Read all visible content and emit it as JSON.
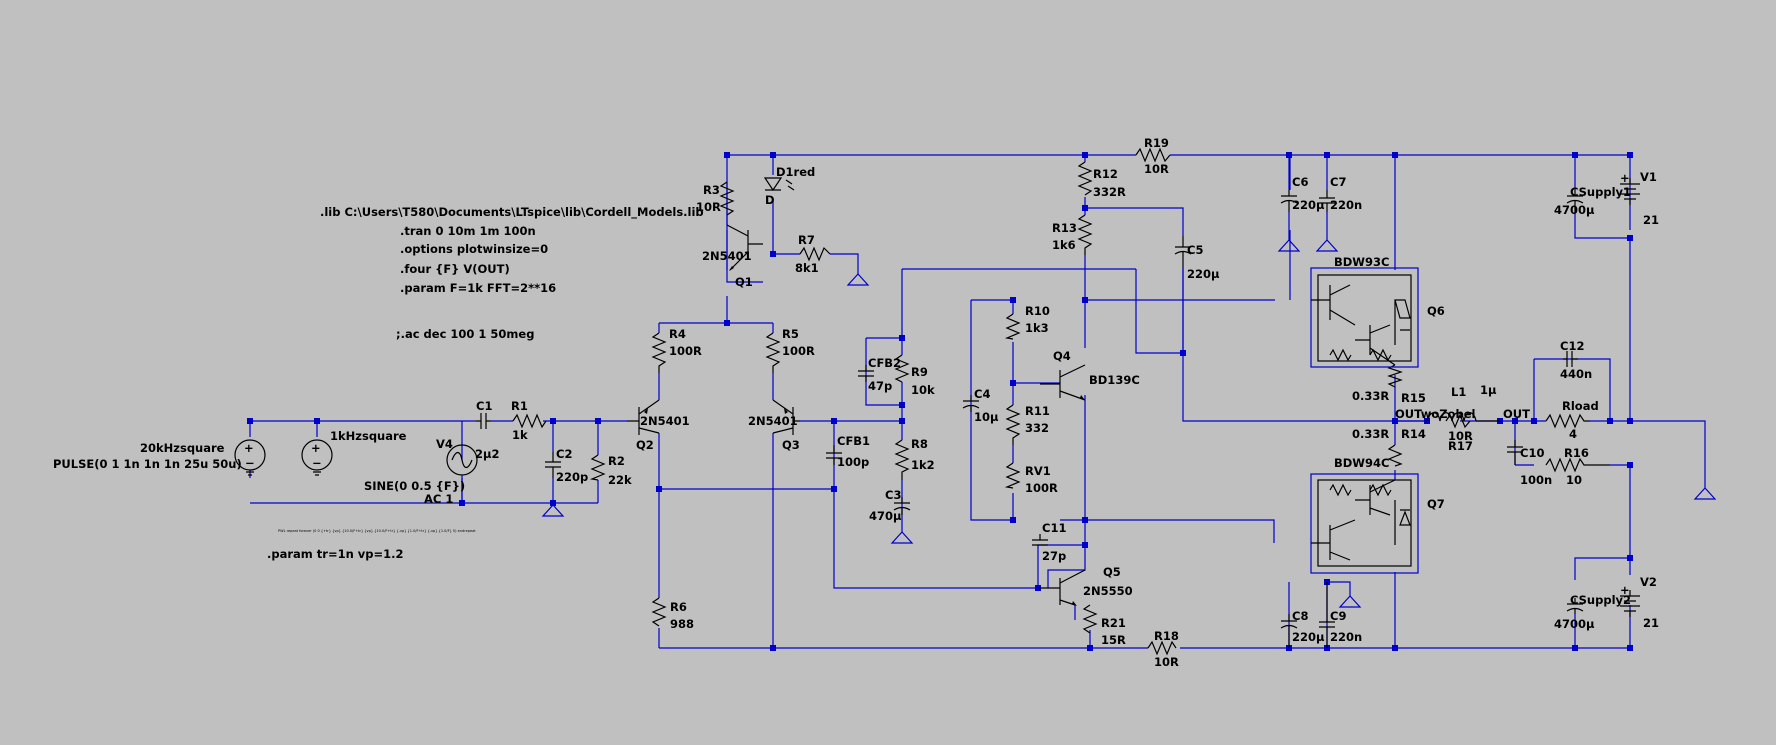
{
  "colors": {
    "background": "#c0c0c0",
    "wire": "#0000cc",
    "component": "#000000",
    "junction": "#0000cc"
  },
  "directives": {
    "lib": ".lib C:\\Users\\T580\\Documents\\LTspice\\lib\\Cordell_Models.lib",
    "tran": ".tran 0 10m 1m 100n",
    "options": ".options plotwinsize=0",
    "four": ".four {F} V(OUT)",
    "param1": ".param F=1k FFT=2**16",
    "ac": ";.ac dec 100 1 50meg",
    "param2": ".param tr=1n vp=1.2",
    "tiny": "PWL repeat forever (0 0 {+tr} {vp} {10.0/F+tr} {vp} {10.0/F+tr} {-vp} {1.0/F+tr} {-vp} {1.0/F} 0) endrepeat"
  },
  "sources": {
    "sq20k_name": "20kHzsquare",
    "sq20k_value": "PULSE(0 1 1n 1n 1n 25u 50u)",
    "sq1k_name": "1kHzsquare",
    "v4_name": "V4",
    "v4_value": "SINE(0 0.5 {F})",
    "v4_ac": "AC 1",
    "v1_name": "V1",
    "v1_value": "21",
    "v2_name": "V2",
    "v2_value": "21"
  },
  "components": {
    "C1": [
      "C1",
      "2µ2"
    ],
    "R1": [
      "R1",
      "1k"
    ],
    "C2": [
      "C2",
      "220p"
    ],
    "R2": [
      "R2",
      "22k"
    ],
    "Q2": [
      "Q2",
      "2N5401"
    ],
    "Q3": [
      "Q3",
      "2N5401"
    ],
    "Q1": [
      "Q1",
      "2N5401"
    ],
    "R3": [
      "R3",
      "10R"
    ],
    "D1": [
      "D1red",
      "D"
    ],
    "R7": [
      "R7",
      "8k1"
    ],
    "R4": [
      "R4",
      "100R"
    ],
    "R5": [
      "R5",
      "100R"
    ],
    "R6": [
      "R6",
      "988"
    ],
    "CFB1": [
      "CFB1",
      "100p"
    ],
    "CFB2": [
      "CFB2",
      "47p"
    ],
    "R9": [
      "R9",
      "10k"
    ],
    "R8": [
      "R8",
      "1k2"
    ],
    "C3": [
      "C3",
      "470µ"
    ],
    "R12": [
      "R12",
      "332R"
    ],
    "R13": [
      "R13",
      "1k6"
    ],
    "R19": [
      "R19",
      "10R"
    ],
    "C5": [
      "C5",
      "220µ"
    ],
    "R10": [
      "R10",
      "1k3"
    ],
    "R11": [
      "R11",
      "332"
    ],
    "RV1": [
      "RV1",
      "100R"
    ],
    "C4": [
      "C4",
      "10µ"
    ],
    "Q4": [
      "Q4",
      "BD139C"
    ],
    "C11": [
      "C11",
      "27p"
    ],
    "Q5": [
      "Q5",
      "2N5550"
    ],
    "R21": [
      "R21",
      "15R"
    ],
    "R18": [
      "R18",
      "10R"
    ],
    "C6": [
      "C6",
      "220µ"
    ],
    "C7": [
      "C7",
      "220n"
    ],
    "C8": [
      "C8",
      "220µ"
    ],
    "C9": [
      "C9",
      "220n"
    ],
    "Q6": [
      "Q6",
      "BDW93C"
    ],
    "Q7": [
      "Q7",
      "BDW94C"
    ],
    "R15": [
      "R15",
      "0.33R"
    ],
    "R14": [
      "R14",
      "0.33R"
    ],
    "L1": [
      "L1",
      "1µ"
    ],
    "R17": [
      "R17",
      "10R"
    ],
    "C12": [
      "C12",
      "440n"
    ],
    "Rload": [
      "Rload",
      "4"
    ],
    "C10": [
      "C10",
      "100n"
    ],
    "R16": [
      "R16",
      "10"
    ],
    "CSupply1": [
      "CSupply1",
      "4700µ"
    ],
    "CSupply2": [
      "CSupply2",
      "4700µ"
    ]
  },
  "nets": {
    "out_wo_zobel": "OUTwoZobel",
    "out": "OUT"
  }
}
